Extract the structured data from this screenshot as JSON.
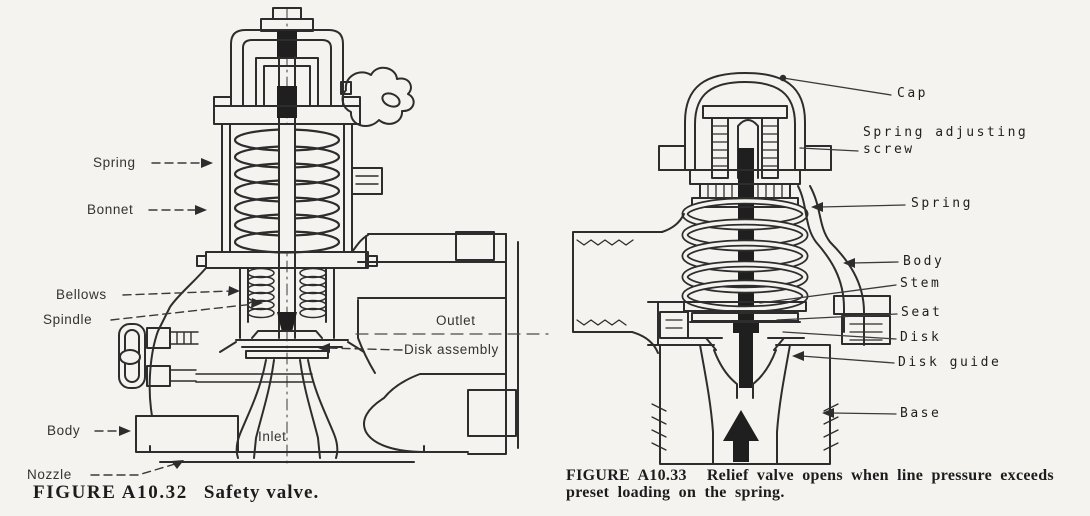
{
  "page": {
    "background_color": "#f4f3ef",
    "line_color": "#2d2d2d",
    "text_color": "#2a2a2a"
  },
  "figure_left": {
    "caption_number": "FIGURE A10.32",
    "caption_text": "Safety valve.",
    "labels": {
      "spring": "Spring",
      "bonnet": "Bonnet",
      "bellows": "Bellows",
      "spindle": "Spindle",
      "body": "Body",
      "nozzle": "Nozzle",
      "inlet": "Inlet",
      "outlet": "Outlet",
      "disk_assembly": "Disk assembly"
    }
  },
  "figure_right": {
    "caption_number": "FIGURE A10.33",
    "caption_text": "Relief valve opens when line pressure exceeds preset loading on the spring.",
    "labels": {
      "cap": "Cap",
      "spring_adjusting_screw": "Spring adjusting screw",
      "spring": "Spring",
      "body": "Body",
      "stem": "Stem",
      "seat": "Seat",
      "disk": "Disk",
      "disk_guide": "Disk guide",
      "base": "Base"
    }
  }
}
